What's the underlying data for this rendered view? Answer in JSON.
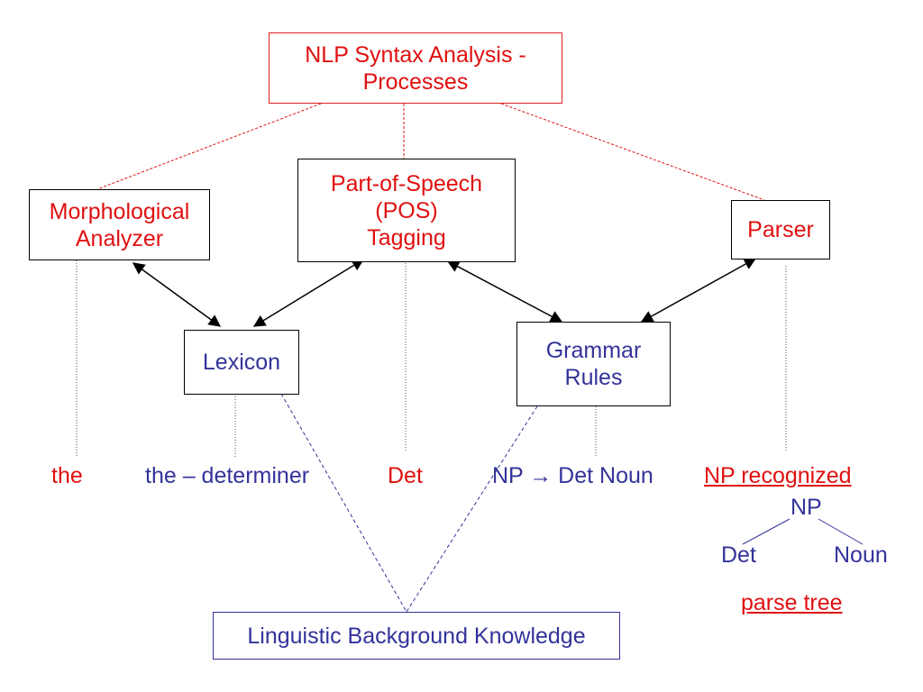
{
  "colors": {
    "red": "#e01010",
    "blue": "#33339a",
    "black": "#000000"
  },
  "title_box": {
    "text": "NLP Syntax Analysis -\nProcesses"
  },
  "boxes": {
    "morph": "Morphological\nAnalyzer",
    "pos": "Part-of-Speech\n(POS)\nTagging",
    "parser": "Parser",
    "lexicon": "Lexicon",
    "grammar": "Grammar\nRules",
    "knowledge": "Linguistic Background Knowledge"
  },
  "labels": {
    "the": "the",
    "the_determiner": "the – determiner",
    "det": "Det",
    "np_rule": "NP → Det Noun",
    "np_recognized": "NP recognized",
    "np": "NP",
    "tree_det": "Det",
    "tree_noun": "Noun",
    "parse_tree": "parse tree"
  }
}
